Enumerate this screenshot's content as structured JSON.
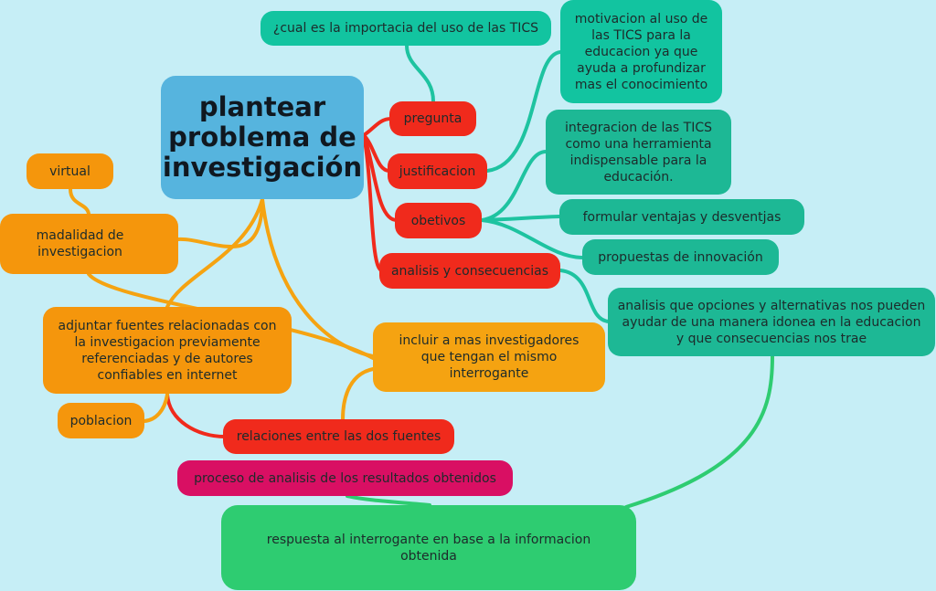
{
  "colors": {
    "background": "#c6eef6",
    "root": "#56b4de",
    "teal": "#12c4a0",
    "red": "#f02a1c",
    "orange": "#f5960c",
    "magenta": "#d90f63",
    "green": "#2ecc71"
  },
  "root": {
    "label": "plantear problema de investigación"
  },
  "right": {
    "pregunta": {
      "label": "pregunta",
      "child": "¿cual es la importacia del uso de las TICS"
    },
    "justificacion": {
      "label": "justificacion",
      "child": "motivacion al uso de las TICS para la educacion ya que ayuda a profundizar mas el conocimiento"
    },
    "obetivos": {
      "label": "obetivos",
      "children": [
        "integracion de las TICS como una herramienta indispensable para la educación.",
        "formular ventajas y desventjas",
        "propuestas de innovación"
      ]
    },
    "analisis": {
      "label": "analisis y consecuencias",
      "child": "analisis que opciones y alternativas nos pueden ayudar de una manera idonea en la educacion y que consecuencias nos trae"
    }
  },
  "left": {
    "virtual": "virtual",
    "madalidad": "madalidad de investigacion",
    "adjuntar": "adjuntar fuentes relacionadas con la investigacion previamente referenciadas y de autores confiables en internet",
    "poblacion": "poblacion",
    "incluir": "incluir a mas investigadores que tengan el mismo interrogante",
    "relaciones": "relaciones entre las dos fuentes",
    "proceso": "proceso de analisis de los resultados obtenidos",
    "respuesta": "respuesta al interrogante en base a la informacion obtenida"
  }
}
